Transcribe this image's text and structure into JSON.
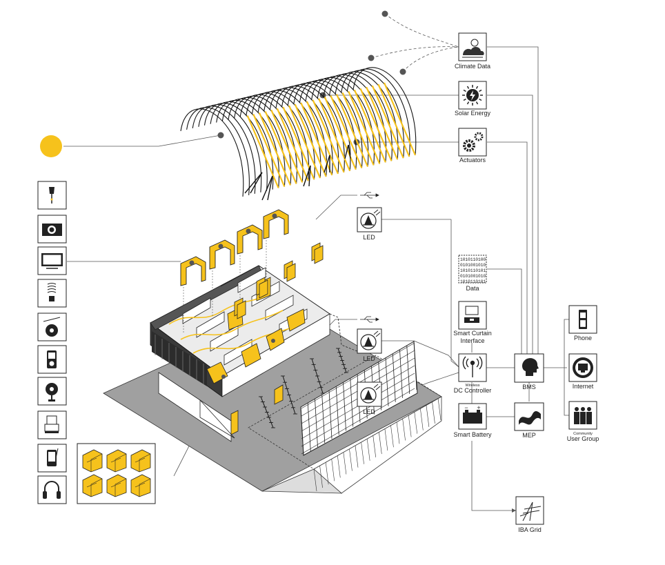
{
  "colors": {
    "accent": "#f6c21c",
    "ink": "#222222",
    "slab": "#9c9c9c",
    "line": "#555555"
  },
  "nodes": {
    "climate_data": {
      "label": "Climate Data",
      "icon": "cloud-sun-icon"
    },
    "solar_energy": {
      "label": "Solar Energy",
      "icon": "sun-icon"
    },
    "actuators": {
      "label": "Actuators",
      "icon": "gears-icon"
    },
    "led_1": {
      "label": "LED",
      "icon": "led-lamp-icon"
    },
    "led_2": {
      "label": "LED",
      "icon": "led-lamp-icon"
    },
    "led_3": {
      "label": "LED",
      "icon": "led-lamp-icon"
    },
    "data": {
      "label": "Data",
      "icon": "binary-data-icon",
      "binary_lines": [
        "1010110100",
        "0101001010",
        "1010110101",
        "0101001010",
        "1010110101"
      ]
    },
    "smart_curtain": {
      "label_line1": "Smart Curtain",
      "label_line2": "Interface",
      "icon": "curtain-interface-icon"
    },
    "dc_controller": {
      "label_small": "Wireless",
      "label": "DC Controller",
      "icon": "wireless-icon"
    },
    "bms": {
      "label": "BMS",
      "icon": "head-icon"
    },
    "smart_battery": {
      "label": "Smart Battery",
      "icon": "battery-icon",
      "minus": "−",
      "plus": "+"
    },
    "mep": {
      "label": "MEP",
      "icon": "pipes-icon"
    },
    "iba_grid": {
      "label": "IBA Grid",
      "icon": "power-pylon-icon"
    },
    "phone": {
      "label": "Phone",
      "icon": "phone-icon"
    },
    "internet": {
      "label": "Internet",
      "icon": "ethernet-port-icon"
    },
    "community": {
      "label_small": "Community",
      "label": "User Group",
      "icon": "people-group-icon"
    }
  },
  "devices": [
    {
      "icon": "lamp-icon"
    },
    {
      "icon": "camera-icon"
    },
    {
      "icon": "television-icon"
    },
    {
      "icon": "energy-saving-bulb-icon"
    },
    {
      "icon": "cd-player-icon"
    },
    {
      "icon": "mp3-player-icon"
    },
    {
      "icon": "desk-fan-icon"
    },
    {
      "icon": "printer-icon"
    },
    {
      "icon": "mobile-phone-icon"
    },
    {
      "icon": "headphones-icon"
    }
  ],
  "illustrations": {
    "roof": "solar-shell-roof-illustration",
    "building": "exploded-building-illustration",
    "sun": "sun-dot-icon",
    "modules": "wall-module-tiles-illustration"
  }
}
